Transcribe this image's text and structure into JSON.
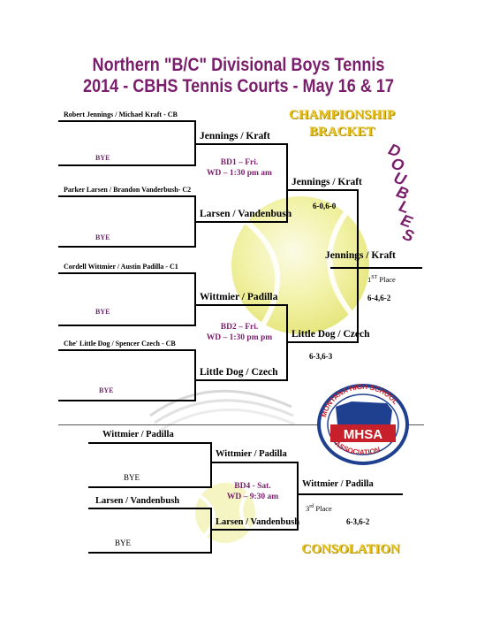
{
  "header": {
    "line1": "Northern \"B/C\" Divisional Boys Tennis",
    "line2": "2014 - CBHS Tennis Courts - May 16 & 17"
  },
  "labels": {
    "championship_bracket": [
      "CHAMPIONSHIP",
      "BRACKET"
    ],
    "doubles": [
      "D",
      "O",
      "U",
      "B",
      "L",
      "E",
      "S"
    ],
    "consolation": "CONSOLATION",
    "first_place": "1",
    "first_place_sup": "ST",
    "first_place_rest": " Place",
    "third_place": "3",
    "third_place_sup": "rd",
    "third_place_rest": " Place"
  },
  "logo": {
    "arc_text": "MONTANA HIGH SCHOOL",
    "main": "MHSA",
    "bottom_text": "ASSOCIATION"
  },
  "championship": {
    "round1": [
      "Robert Jennings / Michael Kraft - CB",
      "BYE",
      "Parker Larsen / Brandon Vanderbush- C2",
      "BYE",
      "Cordell Wittmier / Austin Padilla - C1",
      "BYE",
      "Che' Little Dog / Spencer Czech - CB",
      "BYE"
    ],
    "round2": [
      "Jennings / Kraft",
      "Larsen / Vandenbush",
      "Wittmier / Padilla",
      "Little Dog / Czech"
    ],
    "schedule_bd1": [
      "BD1 – Fri.",
      "WD – 1:30 pm am"
    ],
    "schedule_bd2": [
      "BD2 – Fri.",
      "WD – 1:30 pm pm"
    ],
    "semis": [
      "Jennings / Kraft",
      "Little Dog / Czech"
    ],
    "semi_scores": [
      "6-0,6-0",
      "6-3,6-3"
    ],
    "champion": "Jennings / Kraft",
    "final_score": "6-4,6-2"
  },
  "consolation": {
    "round1": [
      "Wittmier / Padilla",
      "BYE",
      "Larsen / Vandenbush",
      "BYE"
    ],
    "round2": [
      "Wittmier / Padilla",
      "Larsen / Vandenbush"
    ],
    "schedule_bd4": [
      "BD4 - Sat.",
      "WD – 9:30 am"
    ],
    "winner": "Wittmier / Padilla",
    "score": "6-3,6-2"
  }
}
